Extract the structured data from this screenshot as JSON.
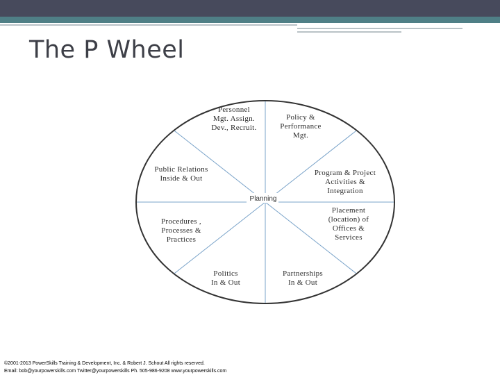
{
  "slide": {
    "title": "The P Wheel",
    "footer": {
      "line1": "©2001-2013 PowerSkills Training & Development, Inc. & Robert J. Schout All rights reserved.",
      "line2": "Email: bob@yourpowerskills.com   Twitter@yourpowerskills  Ph. 505-986-9208 www.yourpowerskills.com"
    }
  },
  "wheel": {
    "center": "Planning",
    "segments": [
      {
        "id": "personnel",
        "lines": [
          "Personnel",
          "Mgt. Assign.",
          "Dev., Recruit."
        ]
      },
      {
        "id": "policy",
        "lines": [
          "Policy &",
          "Performance",
          "Mgt."
        ]
      },
      {
        "id": "program",
        "lines": [
          "Program  & Project",
          "Activities &",
          "Integration"
        ]
      },
      {
        "id": "placement",
        "lines": [
          "Placement",
          "(location) of",
          "Offices &",
          "Services"
        ]
      },
      {
        "id": "partnerships",
        "lines": [
          "Partnerships",
          "In & Out"
        ]
      },
      {
        "id": "politics",
        "lines": [
          "Politics",
          "In & Out"
        ]
      },
      {
        "id": "procedures",
        "lines": [
          "Procedures ,",
          "Processes &",
          "Practices"
        ]
      },
      {
        "id": "public-relations",
        "lines": [
          "Public Relations",
          "Inside & Out"
        ]
      }
    ],
    "colors": {
      "outline": "#333333",
      "spokes": "#7aa3c9"
    }
  }
}
